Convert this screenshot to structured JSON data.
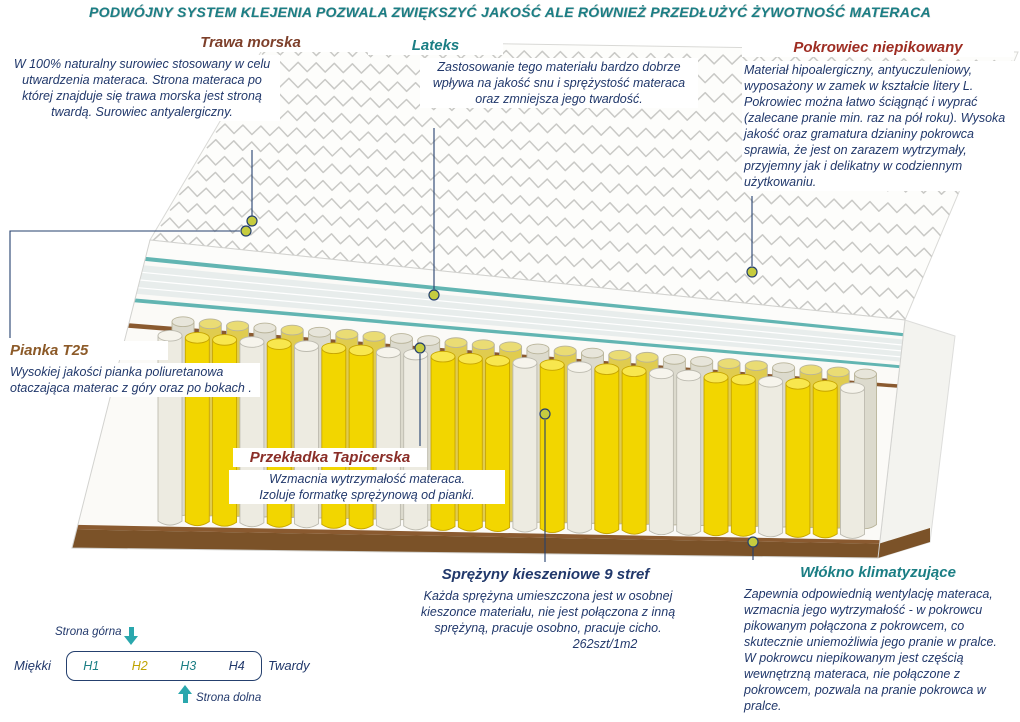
{
  "header": {
    "text": "PODWÓJNY SYSTEM KLEJENIA POZWALA ZWIĘKSZYĆ JAKOŚĆ ALE RÓWNIEŻ PRZEDŁUŻYĆ ŻYWOTNOŚĆ MATERACA",
    "color": "#1b7e84"
  },
  "callouts": {
    "trawa": {
      "title": "Trawa morska",
      "title_color": "#7d3f2a",
      "body": "W 100% naturalny surowiec stosowany w celu utwardzenia materaca. Strona materaca po której znajduje się trawa morska jest stroną twardą. Surowiec antyalergiczny."
    },
    "lateks": {
      "title": "Lateks",
      "title_color": "#1b7e84",
      "body": "Zastosowanie tego materiału bardzo dobrze wpływa na jakość snu i sprężystość materaca oraz zmniejsza jego twardość."
    },
    "pokrowiec": {
      "title": "Pokrowiec niepikowany",
      "title_color": "#9e2d22",
      "body": "Materiał hipoalergiczny, antyuczuleniowy, wyposażony w zamek w kształcie litery L. Pokrowiec można łatwo ściągnąć i wyprać (zalecane pranie min. raz na pół roku). Wysoka jakość oraz gramatura dzianiny pokrowca sprawia, że jest on zarazem wytrzymały, przyjemny jak i delikatny w codziennym użytkowaniu."
    },
    "pianka": {
      "title": "Pianka T25",
      "title_color": "#8c5a28",
      "body": "Wysokiej jakości pianka poliuretanowa otaczająca materac z góry oraz po bokach ."
    },
    "przekladka": {
      "title": "Przekładka Tapicerska",
      "title_color": "#8a2e28",
      "body": "Wzmacnia wytrzymałość materaca.\nIzoluje formatkę sprężynową od pianki."
    },
    "sprezyny": {
      "title": "Sprężyny kieszeniowe 9 stref",
      "title_color": "#21386b",
      "body": "Każda sprężyna umieszczona jest w osobnej kieszonce materiału, nie jest połączona z inną sprężyną, pracuje osobno, pracuje cicho.",
      "count": "262szt/1m2"
    },
    "wlokno": {
      "title": "Włókno klimatyzujące",
      "title_color": "#1b7e84",
      "body": "Zapewnia odpowiednią wentylację materaca, wzmacnia jego wytrzymałość - w pokrowcu pikowanym połączona z pokrowcem, co skutecznie uniemożliwia jego pranie w pralce. W pokrowcu niepikowanym jest częścią wewnętrzną materaca, nie połączone z pokrowcem, pozwala na pranie pokrowca w pralce."
    }
  },
  "scale": {
    "top_label": "Strona górna",
    "bottom_label": "Strona dolna",
    "soft_label": "Miękki",
    "hard_label": "Twardy",
    "levels": [
      {
        "label": "H1",
        "color": "#1b7e84"
      },
      {
        "label": "H2",
        "color": "#bfa300"
      },
      {
        "label": "H3",
        "color": "#1b7e84"
      },
      {
        "label": "H4",
        "color": "#21386b"
      }
    ]
  },
  "colors": {
    "body_text": "#21386b",
    "callout_line": "#25406e",
    "circle_fill": "#c6cc3f",
    "teal_line": "#62b5b2",
    "zigzag": "#c9c9c6",
    "spring_yellow": "#f2d600",
    "spring_white": "#edebe1",
    "brown_line": "#8a5a30",
    "wood": "#7b5228",
    "arrow_teal": "#2aa7ad"
  }
}
